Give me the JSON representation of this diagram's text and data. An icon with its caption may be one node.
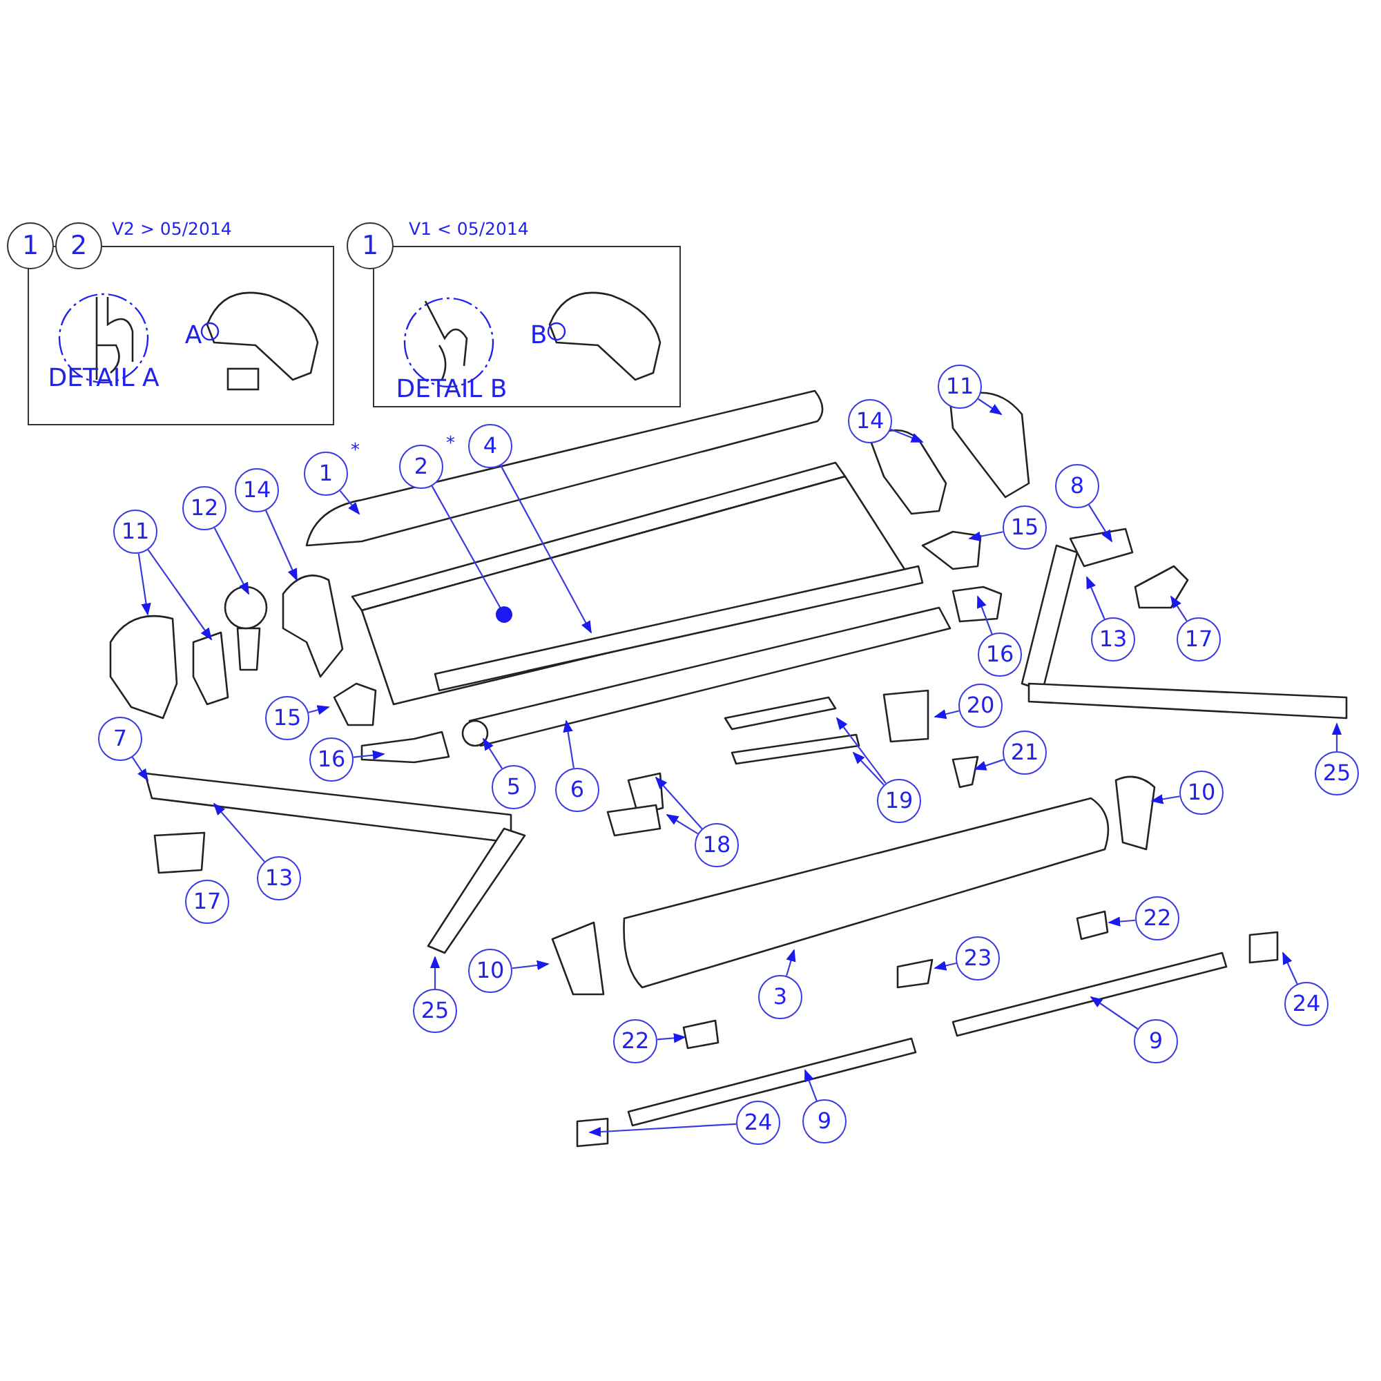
{
  "diagram": {
    "nodes": [
      {
        "text": [
          "V2 > 05/2014"
        ]
      },
      {
        "text": [
          "1"
        ]
      },
      {
        "text": [
          "2"
        ]
      },
      {
        "text": [
          "V1 < 05/2014"
        ]
      },
      {
        "text": [
          "1"
        ]
      },
      {
        "text": [
          "1"
        ],
        "beside": [
          "*"
        ]
      },
      {
        "text": [
          "2"
        ],
        "beside": [
          "*"
        ]
      },
      {
        "text": [
          "4"
        ]
      },
      {
        "text": [
          "11"
        ]
      },
      {
        "text": [
          "12"
        ]
      },
      {
        "text": [
          "14"
        ]
      },
      {
        "text": [
          "14"
        ]
      },
      {
        "text": [
          "11"
        ]
      },
      {
        "text": [
          "15"
        ]
      },
      {
        "text": [
          "8"
        ]
      },
      {
        "text": [
          "13"
        ]
      },
      {
        "text": [
          "17"
        ]
      },
      {
        "text": [
          "16"
        ]
      },
      {
        "text": [
          "15"
        ]
      },
      {
        "text": [
          "16"
        ]
      },
      {
        "text": [
          "7"
        ]
      },
      {
        "text": [
          "13"
        ]
      },
      {
        "text": [
          "17"
        ]
      },
      {
        "text": [
          "5"
        ]
      },
      {
        "text": [
          "6"
        ]
      },
      {
        "text": [
          "20"
        ]
      },
      {
        "text": [
          "21"
        ]
      },
      {
        "text": [
          "19"
        ]
      },
      {
        "text": [
          "18"
        ]
      },
      {
        "text": [
          "25"
        ]
      },
      {
        "text": [
          "10"
        ]
      },
      {
        "text": [
          "10"
        ]
      },
      {
        "text": [
          "25"
        ]
      },
      {
        "text": [
          "3"
        ]
      },
      {
        "text": [
          "22"
        ]
      },
      {
        "text": [
          "23"
        ]
      },
      {
        "text": [
          "22"
        ]
      },
      {
        "text": [
          "24"
        ]
      },
      {
        "text": [
          "9"
        ]
      },
      {
        "text": [
          "24"
        ]
      },
      {
        "text": [
          "9"
        ]
      }
    ],
    "edges": [
      {
        "from": 5,
        "to": null,
        "arrow": "to"
      },
      {
        "from": 6,
        "to": null,
        "arrow": "other"
      },
      {
        "from": 7,
        "to": null,
        "arrow": "to"
      },
      {
        "from": 8,
        "to": null,
        "arrow": "to"
      },
      {
        "from": 8,
        "to": null,
        "arrow": "to"
      },
      {
        "from": 9,
        "to": null,
        "arrow": "to"
      },
      {
        "from": 10,
        "to": null,
        "arrow": "to"
      },
      {
        "from": 11,
        "to": null,
        "arrow": "to"
      },
      {
        "from": 12,
        "to": null,
        "arrow": "to"
      },
      {
        "from": 13,
        "to": null,
        "arrow": "to"
      },
      {
        "from": 14,
        "to": null,
        "arrow": "to"
      },
      {
        "from": 15,
        "to": null,
        "arrow": "to"
      },
      {
        "from": 16,
        "to": null,
        "arrow": "to"
      },
      {
        "from": 17,
        "to": null,
        "arrow": "to"
      },
      {
        "from": 18,
        "to": null,
        "arrow": "to"
      },
      {
        "from": 19,
        "to": null,
        "arrow": "to"
      },
      {
        "from": 20,
        "to": null,
        "arrow": "to"
      },
      {
        "from": 21,
        "to": null,
        "arrow": "to"
      },
      {
        "from": 23,
        "to": null,
        "arrow": "to"
      },
      {
        "from": 24,
        "to": null,
        "arrow": "to"
      },
      {
        "from": 25,
        "to": null,
        "arrow": "to"
      },
      {
        "from": 26,
        "to": null,
        "arrow": "to"
      },
      {
        "from": 27,
        "to": null,
        "arrow": "to"
      },
      {
        "from": 27,
        "to": null,
        "arrow": "to"
      },
      {
        "from": 28,
        "to": null,
        "arrow": "to"
      },
      {
        "from": 28,
        "to": null,
        "arrow": "to"
      },
      {
        "from": 29,
        "to": null,
        "arrow": "to"
      },
      {
        "from": 30,
        "to": null,
        "arrow": "to"
      },
      {
        "from": 31,
        "to": null,
        "arrow": "to"
      },
      {
        "from": 32,
        "to": null,
        "arrow": "to"
      },
      {
        "from": 33,
        "to": null,
        "arrow": "to"
      },
      {
        "from": 34,
        "to": null,
        "arrow": "to"
      },
      {
        "from": 35,
        "to": null,
        "arrow": "to"
      },
      {
        "from": 36,
        "to": null,
        "arrow": "to"
      },
      {
        "from": 37,
        "to": null,
        "arrow": "to"
      },
      {
        "from": 38,
        "to": null,
        "arrow": "to"
      },
      {
        "from": 39,
        "to": null,
        "arrow": "to"
      },
      {
        "from": 40,
        "to": null,
        "arrow": "to"
      }
    ],
    "labels": [
      "DETAIL A",
      "A",
      "DETAIL B",
      "B"
    ]
  }
}
